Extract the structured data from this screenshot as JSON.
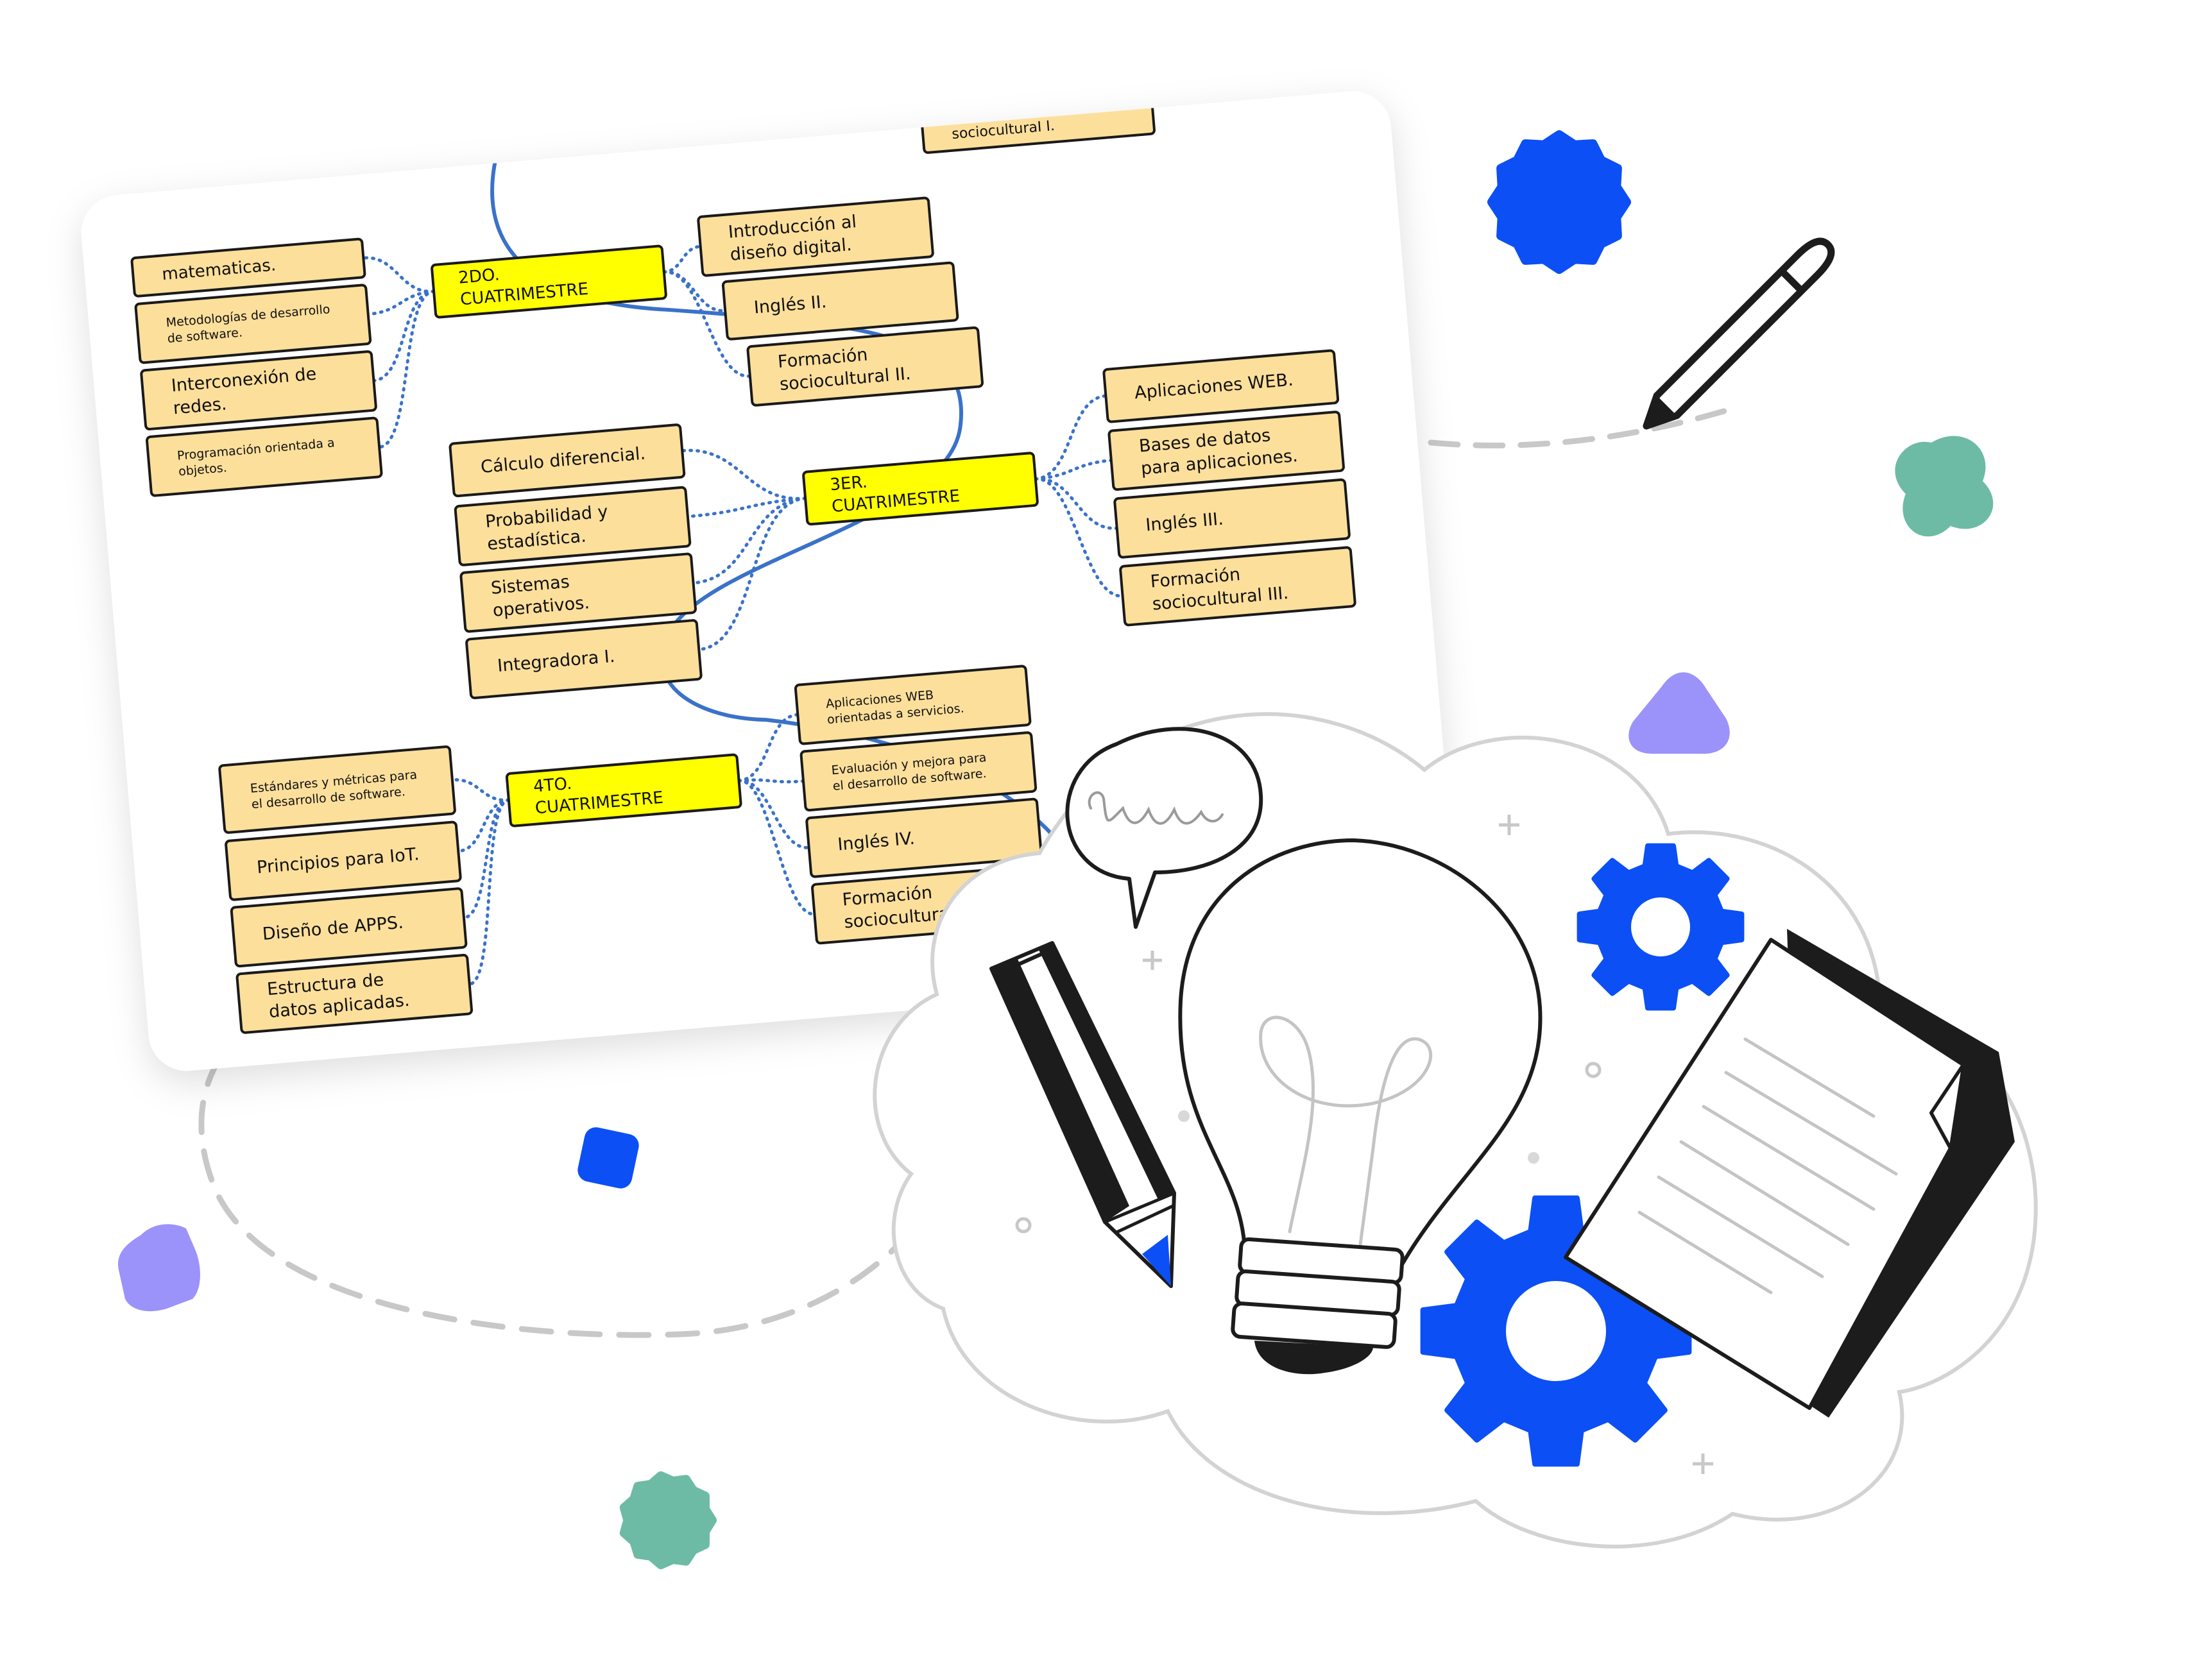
{
  "colors": {
    "node_fill": "#fddf9c",
    "hub_fill": "#ffff00",
    "node_stroke": "#1a1a1a",
    "connector": "#3a72c9",
    "spine": "#3a72c9",
    "accent_blue": "#0b4ff5",
    "accent_green": "#6dbba5",
    "accent_purple": "#9b93fa",
    "dash_gray": "#c8c8c8",
    "cloud_gray": "#d3d3d3"
  },
  "mind_map": {
    "hubs": [
      {
        "lines": [
          "2DO.",
          "CUATRIMESTRE"
        ]
      },
      {
        "lines": [
          "3ER.",
          "CUATRIMESTRE"
        ]
      },
      {
        "lines": [
          "4TO.",
          "CUATRIMESTRE"
        ]
      }
    ],
    "nodes": [
      {
        "lines": [
          "socioculturaI I."
        ]
      },
      {
        "lines": [
          "matematicas."
        ]
      },
      {
        "lines": [
          "Metodologías de desarrollo",
          "de software."
        ]
      },
      {
        "lines": [
          "Interconexión de",
          "redes."
        ]
      },
      {
        "lines": [
          "Programación orientada a",
          "objetos."
        ]
      },
      {
        "lines": [
          "Introducción al",
          "diseño digital."
        ]
      },
      {
        "lines": [
          "Inglés II."
        ]
      },
      {
        "lines": [
          "Formación",
          "sociocultural II."
        ]
      },
      {
        "lines": [
          "Cálculo diferencial."
        ]
      },
      {
        "lines": [
          "Probabilidad y",
          "estadística."
        ]
      },
      {
        "lines": [
          "Sistemas",
          "operativos."
        ]
      },
      {
        "lines": [
          "Integradora I."
        ]
      },
      {
        "lines": [
          "Aplicaciones WEB."
        ]
      },
      {
        "lines": [
          "Bases de datos",
          "para aplicaciones."
        ]
      },
      {
        "lines": [
          "Inglés III."
        ]
      },
      {
        "lines": [
          "Formación",
          "sociocultural III."
        ]
      },
      {
        "lines": [
          "Estándares y métricas para",
          "el desarrollo de software."
        ]
      },
      {
        "lines": [
          "Principios para IoT."
        ]
      },
      {
        "lines": [
          "Diseño de APPS."
        ]
      },
      {
        "lines": [
          "Estructura de",
          "datos aplicadas."
        ]
      },
      {
        "lines": [
          "Aplicaciones WEB",
          "orientadas a servicios."
        ]
      },
      {
        "lines": [
          "Evaluación y mejora para",
          "el desarrollo de software."
        ]
      },
      {
        "lines": [
          "Inglés IV."
        ]
      },
      {
        "lines": [
          "Formación",
          "socioculturaI"
        ]
      }
    ]
  },
  "icons": {
    "speech": "speech-bubble-icon",
    "bulb": "lightbulb-icon",
    "pencil_big": "pencil-icon",
    "pencil_small": "small-pencil-icon",
    "gears": "gear-icon",
    "document": "document-icon",
    "cloud": "cloud-outline"
  }
}
